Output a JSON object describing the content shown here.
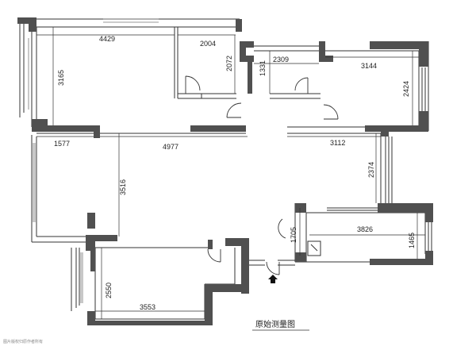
{
  "title": "原始测量图",
  "watermark": "图片版权归原作者所有",
  "dimensions": {
    "d4429": "4429",
    "d2004": "2004",
    "d2072": "2072",
    "d3165": "3165",
    "d1331": "1331",
    "d2309": "2309",
    "d3144": "3144",
    "d2424": "2424",
    "d1577": "1577",
    "d4977": "4977",
    "d3112": "3112",
    "d3516": "3516",
    "d2374": "2374",
    "d1705": "1705",
    "d3826": "3826",
    "d1465": "1465",
    "d2550": "2550",
    "d3553": "3553"
  },
  "colors": {
    "wall": "#505050",
    "line": "#333333",
    "window": "#777777"
  },
  "icons": {
    "entrance": "entrance-arrow-icon"
  }
}
